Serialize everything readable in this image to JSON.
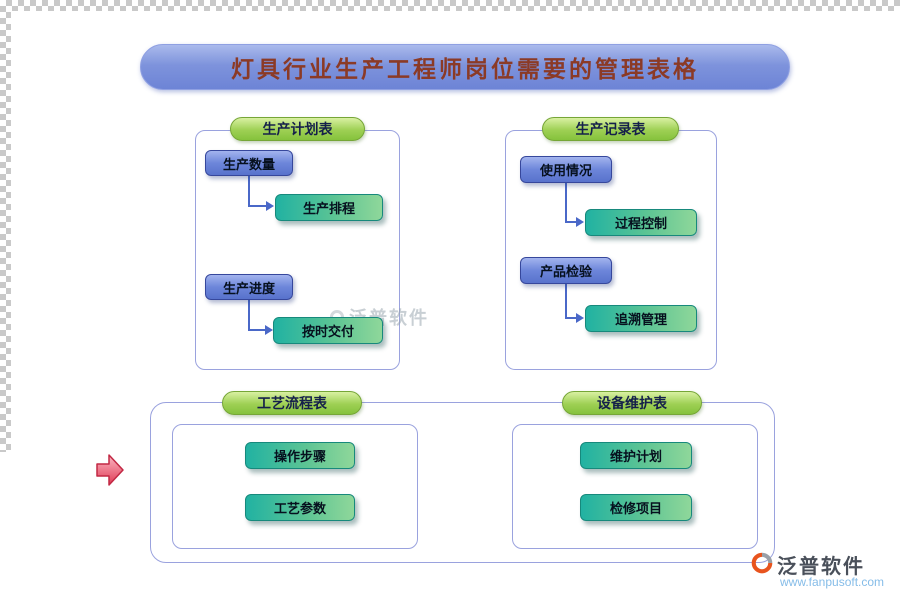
{
  "title": "灯具行业生产工程师岗位需要的管理表格",
  "sections": {
    "plan": {
      "label": "生产计划表",
      "source1": "生产数量",
      "target1": "生产排程",
      "source2": "生产进度",
      "target2": "按时交付"
    },
    "record": {
      "label": "生产记录表",
      "source1": "使用情况",
      "target1": "过程控制",
      "source2": "产品检验",
      "target2": "追溯管理"
    },
    "process": {
      "label": "工艺流程表",
      "item1": "操作步骤",
      "item2": "工艺参数"
    },
    "maintenance": {
      "label": "设备维护表",
      "item1": "维护计划",
      "item2": "检修项目"
    }
  },
  "watermark": "泛普软件",
  "footer": {
    "brand": "泛普软件",
    "url": "www.fanpusoft.com"
  },
  "icons": {
    "pointer": "red-right-arrow",
    "logo": "fanpu-ring",
    "watermark_mark": "faint-ring"
  },
  "colors": {
    "banner": "#7e93dc",
    "banner_text": "#8b3a26",
    "label_green": "#9ed054",
    "node_blue": "#6d86da",
    "node_teal": "#21b2a2",
    "connector": "#4a68c8"
  }
}
